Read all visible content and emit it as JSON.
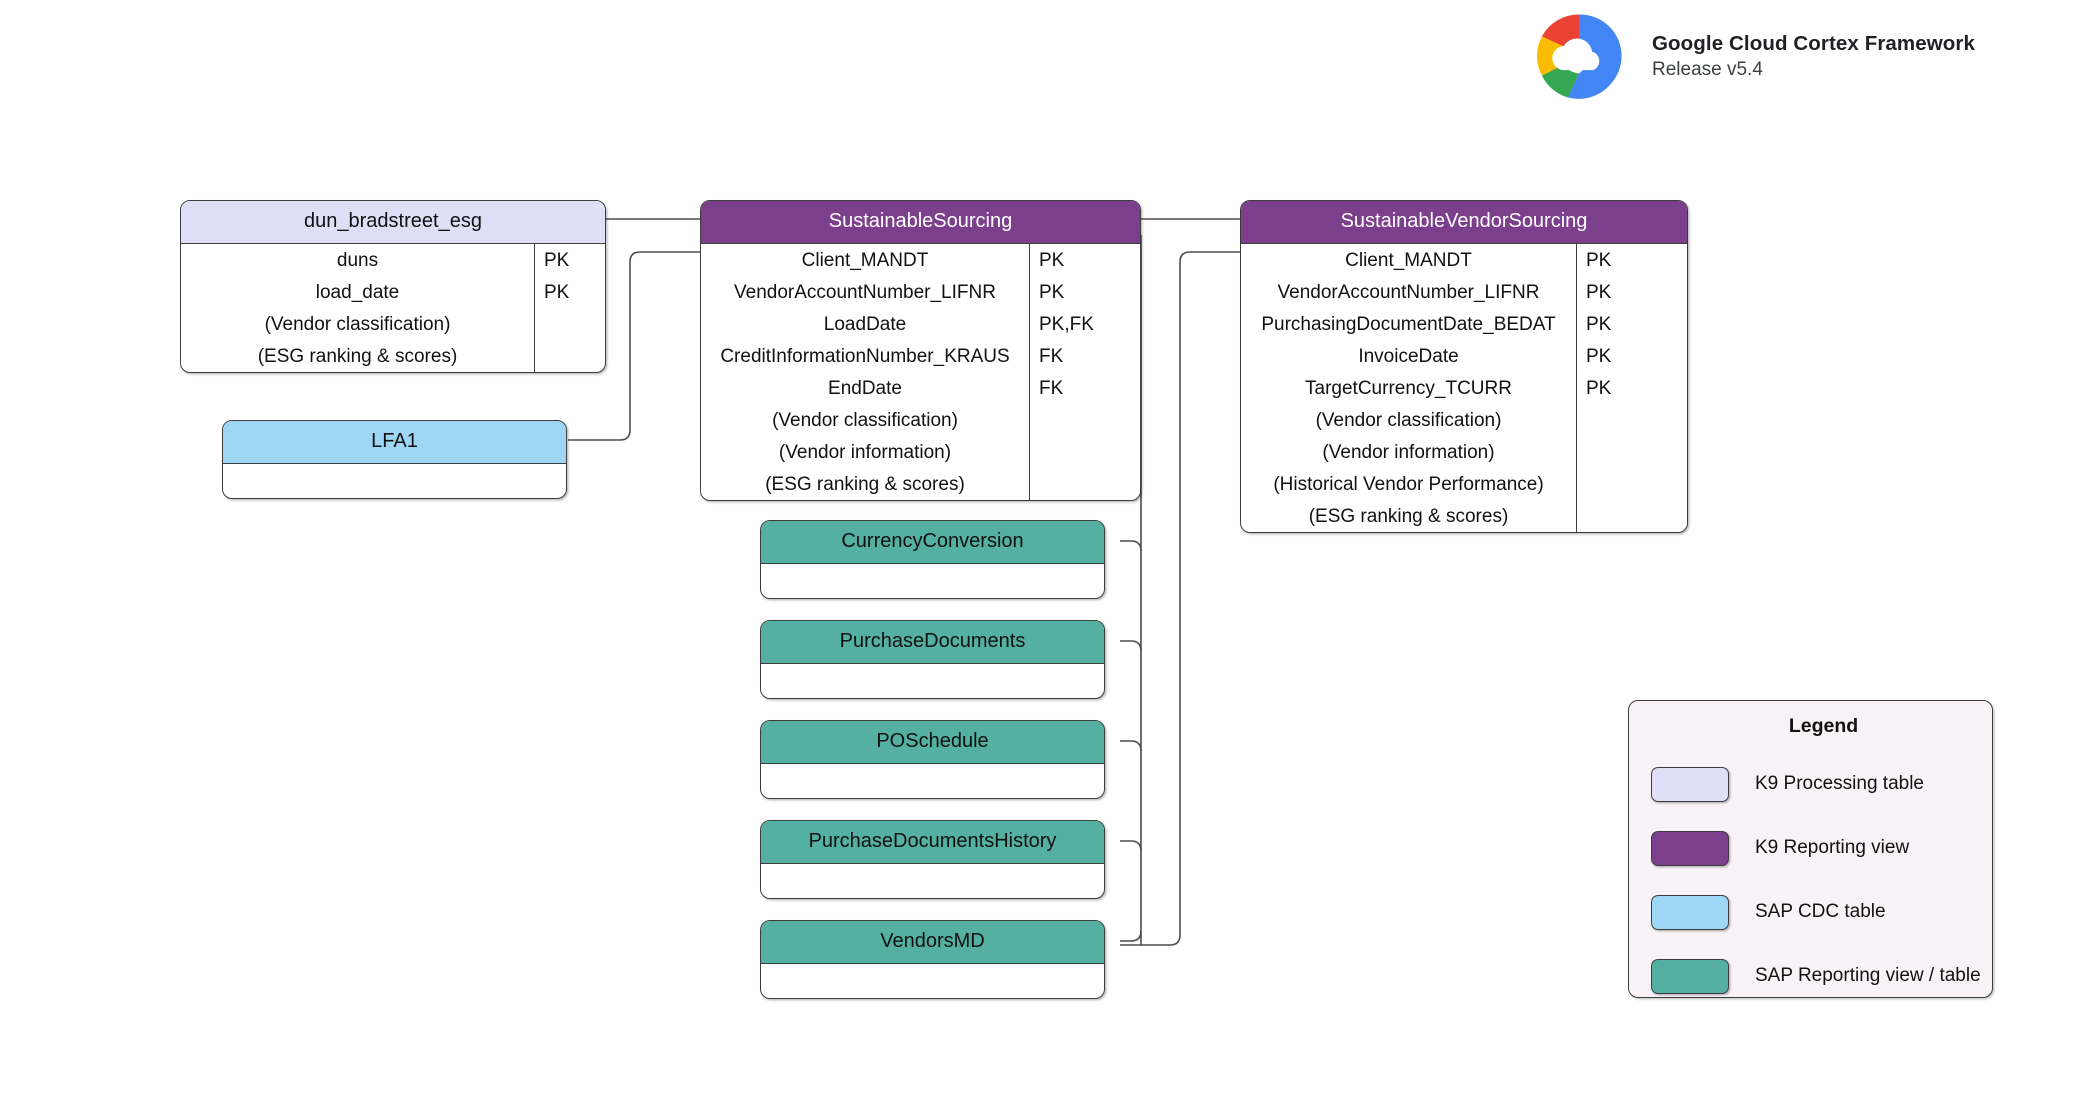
{
  "brand": {
    "logo_icon": "google-cloud-logo",
    "title": "Google Cloud Cortex Framework",
    "release": "Release v5.4"
  },
  "palette": {
    "k9_processing_table": "#DEDEF7",
    "k9_reporting_view": "#7B3F8C",
    "sap_cdc_table": "#9ED7F5",
    "sap_reporting_view": "#54B0A0",
    "border": "#3D3D3D",
    "connector": "#4D4D4D",
    "legend_background": "#F9F3F7"
  },
  "entities": [
    {
      "id": "dun_bradstreet_esg",
      "name": "dun_bradstreet_esg",
      "kind": "k9proc",
      "fields": [
        {
          "name": "duns",
          "key": "PK"
        },
        {
          "name": "load_date",
          "key": "PK"
        },
        {
          "name": "(Vendor classification)",
          "key": ""
        },
        {
          "name": "(ESG ranking & scores)",
          "key": ""
        }
      ]
    },
    {
      "id": "sustainable_sourcing",
      "name": "SustainableSourcing",
      "kind": "k9view",
      "fields": [
        {
          "name": "Client_MANDT",
          "key": "PK"
        },
        {
          "name": "VendorAccountNumber_LIFNR",
          "key": "PK"
        },
        {
          "name": "LoadDate",
          "key": "PK,FK"
        },
        {
          "name": "CreditInformationNumber_KRAUS",
          "key": "FK"
        },
        {
          "name": "EndDate",
          "key": "FK"
        },
        {
          "name": "(Vendor classification)",
          "key": ""
        },
        {
          "name": "(Vendor information)",
          "key": ""
        },
        {
          "name": "(ESG ranking & scores)",
          "key": ""
        }
      ]
    },
    {
      "id": "sustainable_vendor_sourcing",
      "name": "SustainableVendorSourcing",
      "kind": "k9view",
      "fields": [
        {
          "name": "Client_MANDT",
          "key": "PK"
        },
        {
          "name": "VendorAccountNumber_LIFNR",
          "key": "PK"
        },
        {
          "name": "PurchasingDocumentDate_BEDAT",
          "key": "PK"
        },
        {
          "name": "InvoiceDate",
          "key": "PK"
        },
        {
          "name": "TargetCurrency_TCURR",
          "key": "PK"
        },
        {
          "name": "(Vendor classification)",
          "key": ""
        },
        {
          "name": "(Vendor information)",
          "key": ""
        },
        {
          "name": "(Historical Vendor Performance)",
          "key": ""
        },
        {
          "name": "(ESG ranking & scores)",
          "key": ""
        }
      ]
    },
    {
      "id": "lfa1",
      "name": "LFA1",
      "kind": "sapcdc",
      "fields": []
    },
    {
      "id": "currency_conversion",
      "name": "CurrencyConversion",
      "kind": "sapview",
      "fields": []
    },
    {
      "id": "purchase_documents",
      "name": "PurchaseDocuments",
      "kind": "sapview",
      "fields": []
    },
    {
      "id": "po_schedule",
      "name": "POSchedule",
      "kind": "sapview",
      "fields": []
    },
    {
      "id": "purchase_documents_history",
      "name": "PurchaseDocumentsHistory",
      "kind": "sapview",
      "fields": []
    },
    {
      "id": "vendors_md",
      "name": "VendorsMD",
      "kind": "sapview",
      "fields": []
    }
  ],
  "legend": {
    "title": "Legend",
    "items": [
      {
        "label": "K9 Processing table",
        "kind": "k9proc"
      },
      {
        "label": "K9 Reporting view",
        "kind": "k9view"
      },
      {
        "label": "SAP CDC table",
        "kind": "sapcdc"
      },
      {
        "label": "SAP Reporting view / table",
        "kind": "sapview"
      }
    ]
  }
}
